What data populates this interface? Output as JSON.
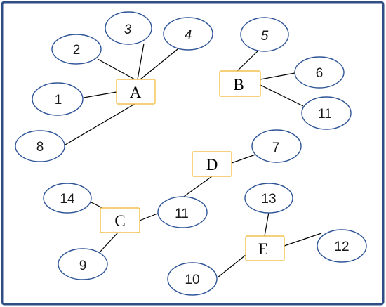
{
  "colors": {
    "frame": "#2f4e86",
    "ellipse_stroke": "#2f5597",
    "box_stroke": "#f2c14e",
    "edge": "#000000"
  },
  "hubs": [
    {
      "id": "A",
      "label": "A"
    },
    {
      "id": "B",
      "label": "B"
    },
    {
      "id": "C",
      "label": "C"
    },
    {
      "id": "D",
      "label": "D"
    },
    {
      "id": "E",
      "label": "E"
    }
  ],
  "nodes": [
    {
      "id": "n2",
      "label": "2"
    },
    {
      "id": "n3",
      "label": "3"
    },
    {
      "id": "n4",
      "label": "4"
    },
    {
      "id": "n1",
      "label": "1"
    },
    {
      "id": "n8",
      "label": "8"
    },
    {
      "id": "n5",
      "label": "5"
    },
    {
      "id": "n6",
      "label": "6"
    },
    {
      "id": "n11b",
      "label": "11"
    },
    {
      "id": "n7",
      "label": "7"
    },
    {
      "id": "n14",
      "label": "14"
    },
    {
      "id": "n11c",
      "label": "11"
    },
    {
      "id": "n9",
      "label": "9"
    },
    {
      "id": "n13",
      "label": "13"
    },
    {
      "id": "n12",
      "label": "12"
    },
    {
      "id": "n10",
      "label": "10"
    }
  ],
  "edges": [
    {
      "from": "A",
      "to": "n2"
    },
    {
      "from": "A",
      "to": "n3"
    },
    {
      "from": "A",
      "to": "n4"
    },
    {
      "from": "A",
      "to": "n1"
    },
    {
      "from": "A",
      "to": "n8"
    },
    {
      "from": "B",
      "to": "n5"
    },
    {
      "from": "B",
      "to": "n6"
    },
    {
      "from": "B",
      "to": "n11b"
    },
    {
      "from": "D",
      "to": "n7"
    },
    {
      "from": "D",
      "to": "n11c"
    },
    {
      "from": "C",
      "to": "n11c"
    },
    {
      "from": "C",
      "to": "n14"
    },
    {
      "from": "C",
      "to": "n9"
    },
    {
      "from": "E",
      "to": "n13"
    },
    {
      "from": "E",
      "to": "n12"
    },
    {
      "from": "E",
      "to": "n10"
    }
  ]
}
